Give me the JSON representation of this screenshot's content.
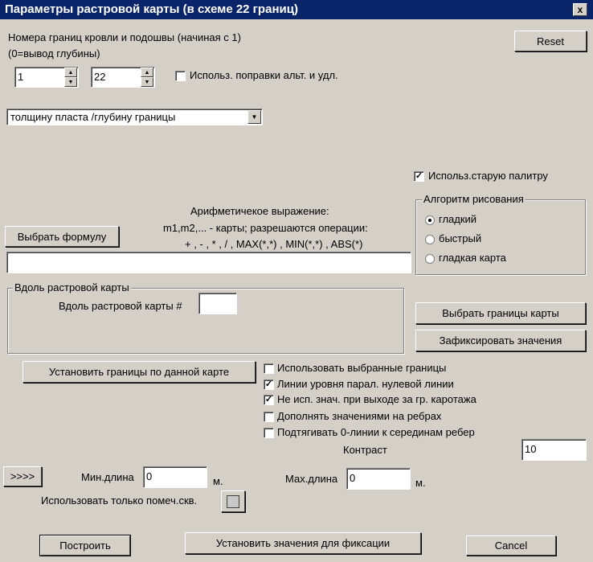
{
  "window": {
    "title": "Параметры растровой карты (в схеме 22 границ)",
    "close": "x"
  },
  "top": {
    "label_line1": "Номера границ кровли и подошвы  (начиная с 1)",
    "label_line2": "(0=вывод глубины)",
    "reset": "Reset",
    "top_value": "1",
    "bottom_value": "22",
    "corrections_label": "Использ. поправки альт. и удл.",
    "corrections_checked": false
  },
  "mode_select": {
    "value": "толщину пласта /глубину границы"
  },
  "palette": {
    "label": "Использ.старую палитру",
    "checked": true
  },
  "algorithm": {
    "title": "Алгоритм рисования",
    "options": [
      {
        "label": "гладкий",
        "selected": true
      },
      {
        "label": "быстрый",
        "selected": false
      },
      {
        "label": "гладкая карта",
        "selected": false
      }
    ]
  },
  "formula": {
    "line1": "Арифметичекое выражение:",
    "line2": "m1,m2,... - карты; разрешаются операции:",
    "line3": "+ , - , * , / , MAX(*,*) , MIN(*,*) , ABS(*)",
    "button": "Выбрать формулу",
    "value": ""
  },
  "along": {
    "title": "Вдоль растровой карты",
    "label": "Вдоль растровой карты #",
    "value": ""
  },
  "buttons": {
    "choose_bounds": "Выбрать границы карты",
    "fix_values": "Зафиксировать значения",
    "set_bounds": "Установить границы по данной карте",
    "more": ">>>>",
    "build": "Построить",
    "set_fix": "Установить значения для фиксации",
    "cancel": "Cancel"
  },
  "options": [
    {
      "label": "Использовать выбранные границы",
      "checked": false
    },
    {
      "label": "Линии уровня парал. нулевой линии",
      "checked": true
    },
    {
      "label": "Не исп. знач. при выходе за гр. каротажа",
      "checked": true
    },
    {
      "label": "Дополнять значениями на ребрах",
      "checked": false
    },
    {
      "label": "Подтягивать 0-линии к серединам ребер",
      "checked": false
    }
  ],
  "contrast": {
    "label": "Контраст",
    "value": "10"
  },
  "lengths": {
    "min_label": "Мин.длина",
    "min_value": "0",
    "min_unit": "м.",
    "max_label": "Мах.длина",
    "max_value": "0",
    "max_unit": "м."
  },
  "marked_wells": {
    "label": "Использовать только помеч.скв."
  }
}
